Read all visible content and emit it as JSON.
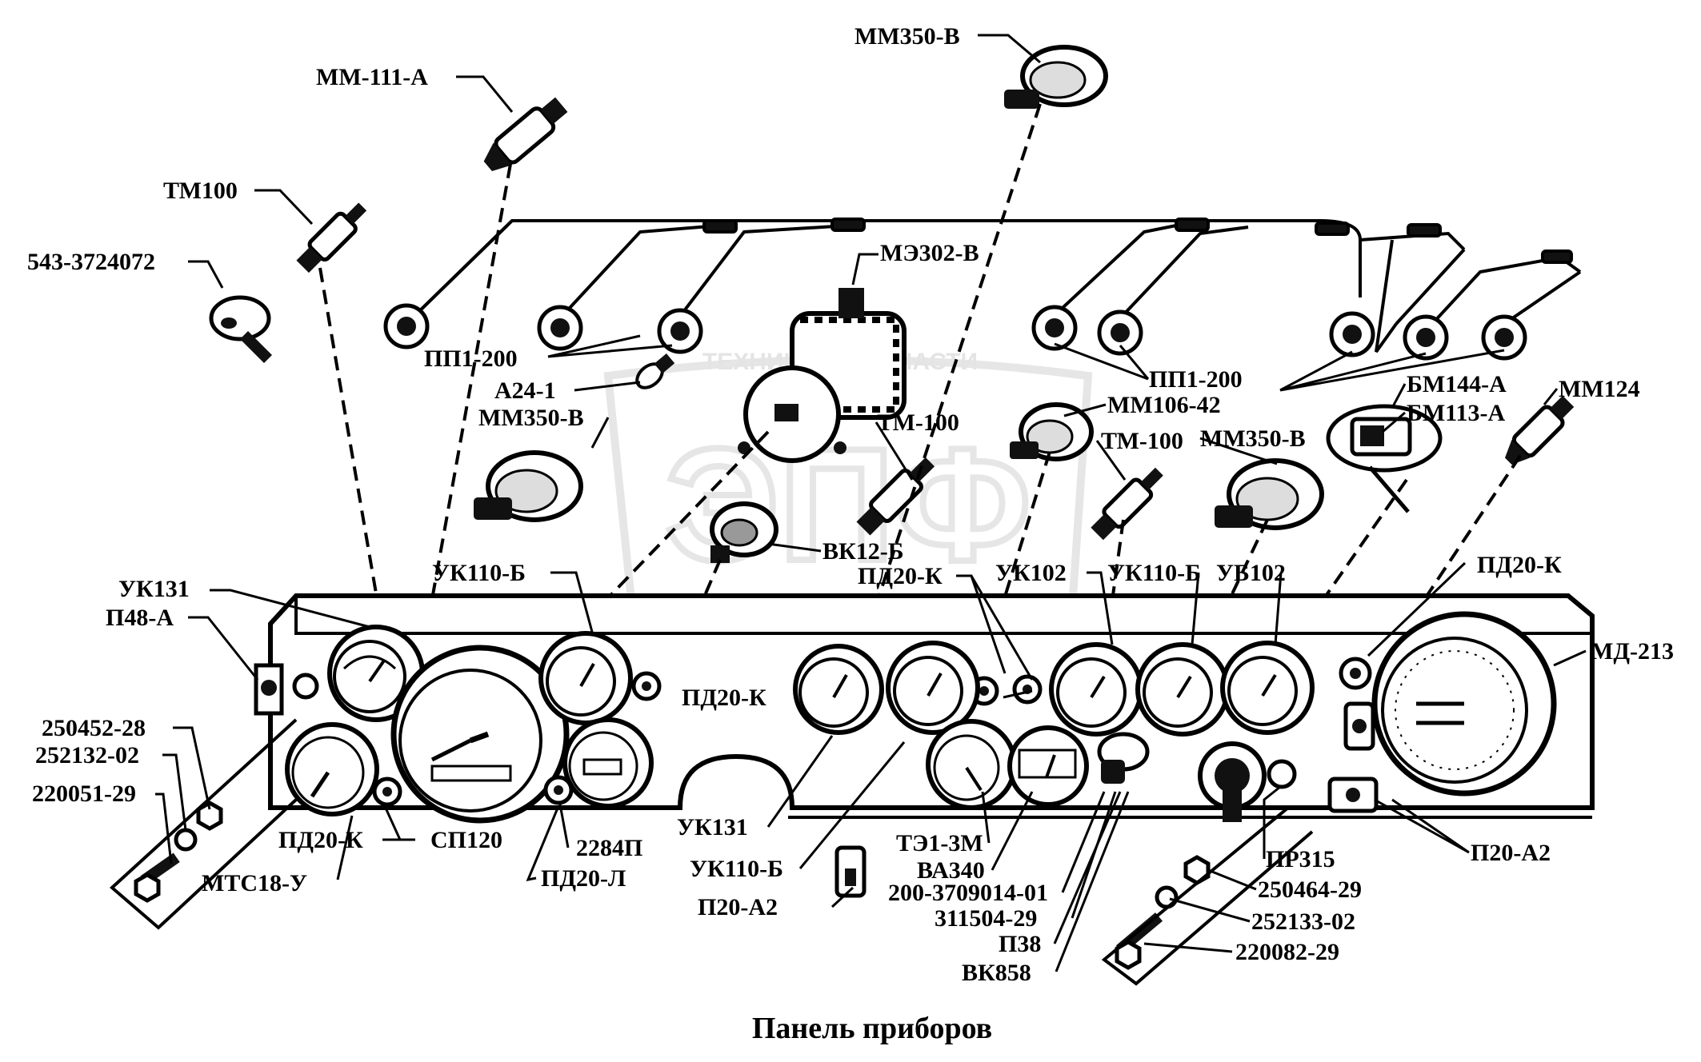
{
  "caption": "Панель приборов",
  "watermark": {
    "logo": "ЭПФ",
    "text": "ТЕХНИКА И ЗАПЧАСТИ"
  },
  "labels": {
    "mm350_top": "ММ350-В",
    "mm111": "ММ-111-А",
    "tm100_left": "ТМ100",
    "part_543": "543-3724072",
    "me302": "МЭ302-В",
    "pp1_left": "ПП1-200",
    "a24": "А24-1",
    "mm350_mid": "ММ350-В",
    "tm100_center": "ТМ-100",
    "pp1_right": "ПП1-200",
    "mm106": "ММ106-42",
    "tm100_right": "ТМ-100",
    "mm350_right": "ММ350-В",
    "bm144": "БМ144-А",
    "bm113": "БМ113-А",
    "mm124": "ММ124",
    "vk12": "ВК12-Б",
    "uk110_left": "УК110-Б",
    "pd20k_center": "ПД20-К",
    "uk102": "УК102",
    "uk110_right": "УК110-Б",
    "ub102": "УБ102",
    "pd20k_right": "ПД20-К",
    "uk131_left": "УК131",
    "p48": "П48-А",
    "pd20k_mid": "ПД20-К",
    "md213": "МД-213",
    "part_250452": "250452-28",
    "part_252132": "252132-02",
    "part_220051": "220051-29",
    "pd20k_bottom": "ПД20-К",
    "sp120": "СП120",
    "mts18": "МТС18-У",
    "part_2284p": "2284П",
    "pd20l": "ПД20-Л",
    "uk131_bottom": "УК131",
    "uk110_bottom": "УК110-Б",
    "p20a2_left": "П20-А2",
    "te13m": "ТЭ1-3М",
    "va340": "ВА340",
    "part_200": "200-3709014-01",
    "part_311504": "311504-29",
    "p38": "П38",
    "vk858": "ВК858",
    "pr315": "ПР315",
    "part_250464": "250464-29",
    "part_252133": "252133-02",
    "part_220082": "220082-29",
    "p20a2_right": "П20-А2"
  }
}
